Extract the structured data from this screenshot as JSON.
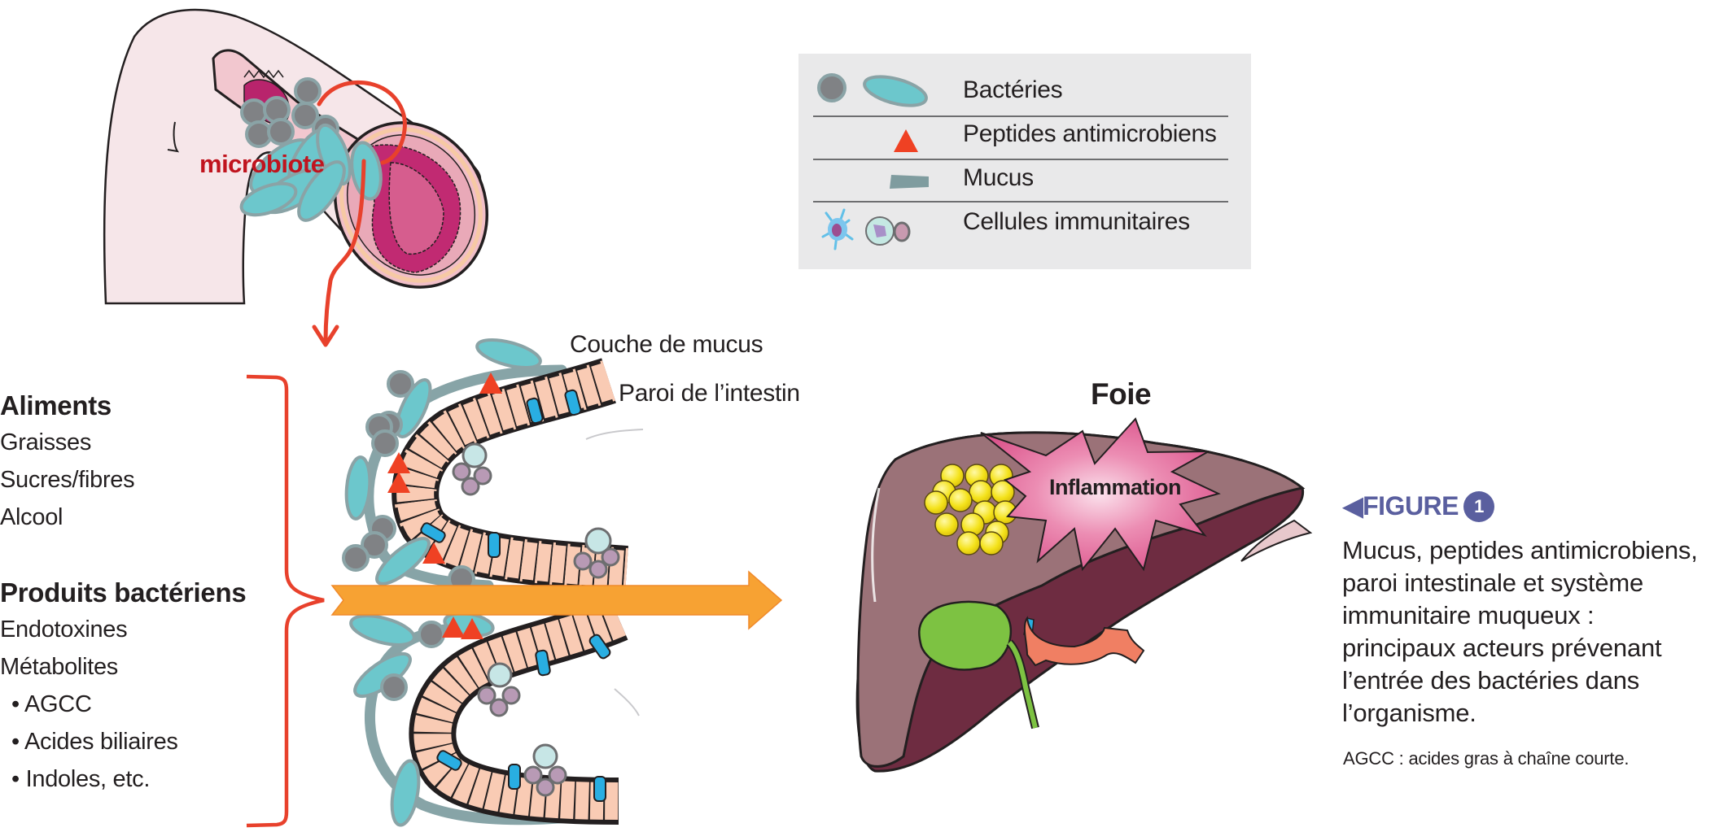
{
  "microbiote_label": "microbiote",
  "legend": {
    "items": [
      {
        "label": "Bactéries",
        "icon": "bacteria-icon"
      },
      {
        "label": "Peptides antimicrobiens",
        "icon": "antimicrobial-peptide-icon"
      },
      {
        "label": "Mucus",
        "icon": "mucus-icon"
      },
      {
        "label": "Cellules immunitaires",
        "icon": "immune-cells-icon"
      }
    ]
  },
  "inputs": {
    "groups": [
      {
        "heading": "Aliments",
        "items": [
          "Graisses",
          "Sucres/fibres",
          "Alcool"
        ]
      },
      {
        "heading": "Produits bactériens",
        "items": [
          "Endotoxines",
          "Métabolites"
        ],
        "subitems": [
          "• AGCC",
          "• Acides biliaires",
          "• Indoles, etc."
        ]
      }
    ]
  },
  "intestine_labels": {
    "mucus_layer": "Couche de mucus",
    "intestinal_wall": "Paroi de l’intestin"
  },
  "liver": {
    "title": "Foie",
    "inflammation": "Inflammation"
  },
  "figure": {
    "tag": "FIGURE",
    "number": "1",
    "caption_lines": [
      "Mucus, peptides antimicrobiens,",
      "paroi intestinale et système",
      "immunitaire muqueux :",
      "principaux acteurs prévenant",
      "l’entrée des bactéries dans",
      "l’organisme."
    ],
    "footnote": "AGCC : acides gras à chaîne courte."
  },
  "colors": {
    "bracket_red": "#e8412c",
    "arrow_orange": "#f7a233",
    "figure_accent": "#5a5f9f",
    "microbiote_red": "#c0141e",
    "bacteria_teal": "#6cc7cc",
    "bacteria_gray": "#808285",
    "mucus": "#87a4a7",
    "liver": "#9b7278"
  }
}
